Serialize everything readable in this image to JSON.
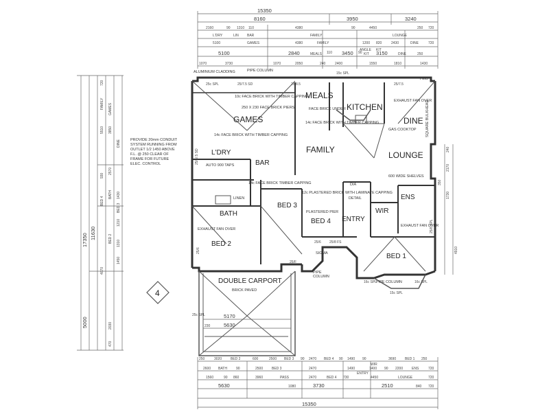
{
  "rooms": {
    "games": "GAMES",
    "meals": "MEALS",
    "kitchen": "KITCHEN",
    "dine": "DINE",
    "family": "FAMILY",
    "lounge": "LOUNGE",
    "ldry": "L'DRY",
    "bar": "BAR",
    "bath": "BATH",
    "bed3": "BED 3",
    "bed4": "BED 4",
    "entry": "ENTRY",
    "wir": "WIR",
    "ens": "ENS",
    "bed2": "BED 2",
    "bed1": "BED 1",
    "carport": "DOUBLE CARPORT",
    "carport_sub": "BRICK PAVED"
  },
  "notes": {
    "conduit": [
      "PROVIDE 20mm CONDUIT",
      "SYSTEM RUNNING FROM",
      "OUTLET 1/2 1450 ABOVE",
      "F.L. @ 250 CLEAR OF",
      "FRAME FOR FUTURE",
      "ELEC. CONTROL"
    ],
    "aluminium": "ALUMINIUM CLADDING",
    "pipe_column_top": "PIPE COLUMN",
    "pipe_column_bottom": "PIPE COLUMN",
    "face_brick_games": "10c FACE BRICK WITH TIMBER CAPPING",
    "face_brick_arch": "250 X 230 FACE BRICK PIERS",
    "face_brick_under": "FACE BRICK UNDER",
    "face_brick_meals": "14c FACE BRICK WITH TIMBER CAPPING",
    "face_brick_mid": "14c FACE BRICK WITH TIMBER CAPPING",
    "face_brick_bar": "14c FACE BRICK TIMBER CAPPING",
    "plastered": "12c PLASTERED BRICK WITH LAMINATE CAPPING",
    "plastered_pier": "PLASTERED PIER",
    "exhaust_kitchen": "EXHAUST FAN OVER",
    "gas_cooktop": "GAS COOKTOP",
    "exhaust_bath": "EXHAUST FAN OVER",
    "exhaust_ens": "EXHAUST FAN OVER",
    "hood": "SQUARE BULKHEAD",
    "auto_taps": "AUTO 900 TAPS",
    "linen": "LINEN",
    "shelves": "600 WIDE SHELVES",
    "hmwj": "HWJ",
    "sigma": "SIGMA",
    "pipe": "PIPE",
    "column": "COLUMN",
    "dia": "DIA",
    "detail": "DETAIL"
  },
  "marker": "4",
  "dimensions": {
    "overall": "15350",
    "overall_bottom": "15350",
    "top_row1": [
      "8160",
      "3950",
      "3240"
    ],
    "top_row2": [
      "2160",
      "90",
      "1310",
      "110",
      "4380",
      "90",
      "4450",
      "250",
      "720"
    ],
    "top_row2_labels": [
      "L'DRY",
      "LIN",
      "BAR",
      "FAMILY",
      "LOUNGE"
    ],
    "top_row3": [
      "5100",
      "4380",
      "1200",
      "820",
      "2430",
      "720"
    ],
    "top_row3_labels": [
      "GAMES",
      "FAMILY",
      "ANGLE",
      "KIT",
      "DINE"
    ],
    "top_row4": [
      "5100",
      "2840",
      "110",
      "3450",
      "90",
      "3150",
      "250"
    ],
    "top_row4_labels": [
      "MEALS",
      "KIT",
      "DINE"
    ],
    "top_row5": [
      "1070",
      "3730",
      "1070",
      "2050",
      "240",
      "2400",
      "1550",
      "1810",
      "1430"
    ],
    "side_left": [
      "17350",
      "11630",
      "5000"
    ],
    "side_mid": [
      "720",
      "5510",
      "3850",
      "930",
      "2570",
      "1430",
      "1210",
      "1310",
      "1450",
      "4070",
      "2030",
      "470"
    ],
    "side_labels": [
      "FAMILY",
      "GAMES",
      "DINE",
      "BATH",
      "BED 4",
      "BED 2",
      "BED 3"
    ],
    "side_right": [
      "240",
      "2170",
      "4910",
      "350",
      "1730"
    ],
    "bottom_row1": [
      "250",
      "3020",
      "600",
      "2500",
      "90",
      "2470",
      "90",
      "1490",
      "90",
      "3690",
      "250"
    ],
    "bottom_row1_labels": [
      "BED 2",
      "BED 3",
      "BED 4",
      "WIR",
      "BED 1"
    ],
    "bottom_row2": [
      "2600",
      "90",
      "2500",
      "2470",
      "1490",
      "1400",
      "90",
      "2200",
      "720"
    ],
    "bottom_row2_labels": [
      "BATH",
      "BED 3",
      "ENTRY",
      "ENS"
    ],
    "bottom_row3": [
      "1560",
      "90",
      "860",
      "3960",
      "2470",
      "730",
      "4450",
      "720"
    ],
    "bottom_row3_labels": [
      "PASS",
      "BED 4",
      "LOUNGE"
    ],
    "bottom_row4": [
      "5630",
      "1080",
      "3730",
      "2510",
      "840",
      "720"
    ],
    "carport": [
      "5170",
      "5630",
      "230"
    ],
    "fall": [
      "25/6",
      "25/F",
      "25/6/.5 SD",
      "25c SPL",
      "25/7.5 SD",
      "25/8.5",
      "15c SPL",
      "25/7.5",
      "25c SPL",
      "25/6",
      "25/8 FS",
      "25/8 SPL",
      "16c SPL",
      "15c SPL",
      "16c SPL"
    ]
  }
}
